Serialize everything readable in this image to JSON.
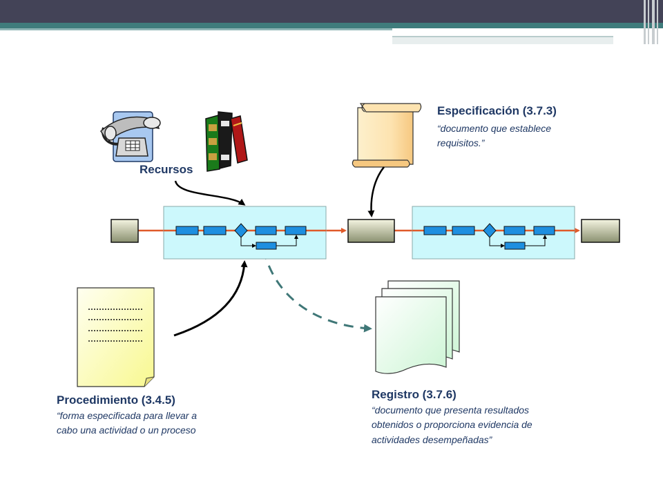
{
  "resources": {
    "label": "Recursos"
  },
  "specification": {
    "title": "Especificación (3.7.3)",
    "definition_line1": "“documento que establece",
    "definition_line2": "requisitos.”"
  },
  "procedure": {
    "title": "Procedimiento (3.4.5)",
    "definition_line1": "“forma especificada para llevar a",
    "definition_line2": "cabo una actividad o un proceso"
  },
  "record": {
    "title": "Registro (3.7.6)",
    "definition_line1": "“documento que presenta resultados",
    "definition_line2": "obtenidos o proporciona evidencia de",
    "definition_line3": "actividades desempeñadas”"
  },
  "colors": {
    "header_dark": "#434357",
    "header_teal": "#3f7c7c",
    "process_box": "#ccf8fc",
    "process_step": "#1e8fe0",
    "flow_arrow": "#e05a2a",
    "dashed_arrow": "#3f7777",
    "text": "#1f3864",
    "procedure_paper": "#fdfda8",
    "record_paper": "#e8fbe8",
    "scroll_paper": "#fde8b8"
  },
  "icons": [
    "telephone-icon",
    "books-icon",
    "scroll-icon",
    "document-icon",
    "stacked-pages-icon"
  ]
}
